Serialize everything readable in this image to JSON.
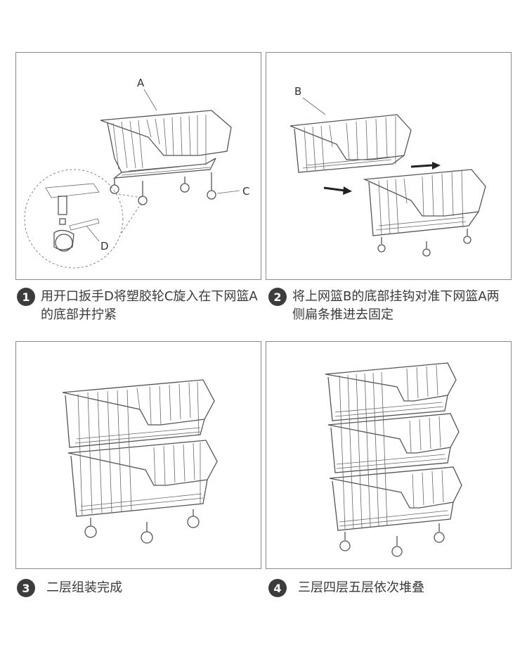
{
  "steps": [
    {
      "number": "1",
      "text": "用开口扳手D将塑胶轮C旋入在下网篮A的底部并拧紧"
    },
    {
      "number": "2",
      "text": "将上网篮B的底部挂钩对准下网篮A两侧扁条推进去固定"
    },
    {
      "number": "3",
      "text": "二层组装完成"
    },
    {
      "number": "4",
      "text": "三层四层五层依次堆叠"
    }
  ],
  "labels": {
    "a": "A",
    "b": "B",
    "c": "C",
    "d": "D"
  },
  "colors": {
    "badge": "#3c3c3c",
    "border": "#8a8a8a",
    "line": "#555555"
  }
}
